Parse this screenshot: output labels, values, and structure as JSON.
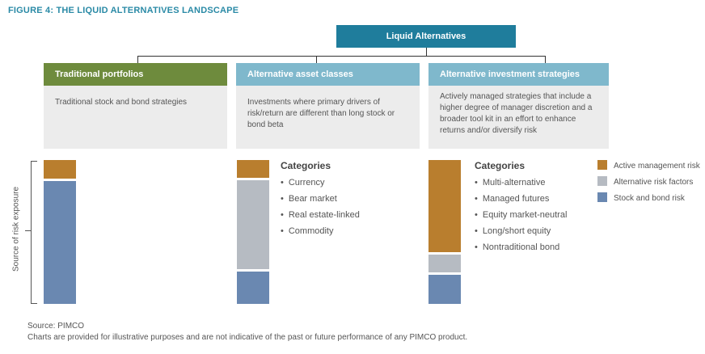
{
  "title": "FIGURE 4: THE LIQUID ALTERNATIVES LANDSCAPE",
  "top_header": "Liquid Alternatives",
  "colors": {
    "title": "#2a8aa6",
    "top_header": "#1f7d9c",
    "traditional_header": "#6e8b3d",
    "alt_header": "#7fb8cc",
    "active_management": "#b97e2e",
    "alternative_risk": "#b6bbc2",
    "stock_bond": "#6a88b1",
    "desc_bg": "#ececec"
  },
  "columns": [
    {
      "header": "Traditional portfolios",
      "description": "Traditional stock and bond strategies"
    },
    {
      "header": "Alternative asset classes",
      "description": "Investments where primary drivers of risk/return are different than long stock or bond beta"
    },
    {
      "header": "Alternative investment strategies",
      "description": "Actively managed strategies that include a higher degree of manager discretion and a broader tool kit in an effort to enhance returns and/or diversify risk"
    }
  ],
  "categories": [
    {
      "title": "Categories",
      "items": [
        "Currency",
        "Bear market",
        "Real estate-linked",
        "Commodity"
      ]
    },
    {
      "title": "Categories",
      "items": [
        "Multi-alternative",
        "Managed futures",
        "Equity market-neutral",
        "Long/short equity",
        "Nontraditional bond"
      ]
    }
  ],
  "legend": [
    "Active management risk",
    "Alternative risk factors",
    "Stock and bond risk"
  ],
  "axis_label": "Source of risk exposure",
  "chart_data": {
    "type": "bar",
    "ylabel": "Source of risk exposure",
    "stack_order": [
      "Active management risk",
      "Alternative risk factors",
      "Stock and bond risk"
    ],
    "bars": [
      {
        "group": "Traditional portfolios",
        "segments": {
          "Active management risk": 0.13,
          "Alternative risk factors": 0.0,
          "Stock and bond risk": 0.87
        }
      },
      {
        "group": "Alternative asset classes",
        "segments": {
          "Active management risk": 0.13,
          "Alternative risk factors": 0.64,
          "Stock and bond risk": 0.23
        }
      },
      {
        "group": "Alternative investment strategies",
        "segments": {
          "Active management risk": 0.66,
          "Alternative risk factors": 0.13,
          "Stock and bond risk": 0.21
        }
      }
    ]
  },
  "footer": {
    "source": "Source: PIMCO",
    "note": "Charts are provided for illustrative purposes and are not indicative of the past or future performance of any PIMCO product."
  }
}
